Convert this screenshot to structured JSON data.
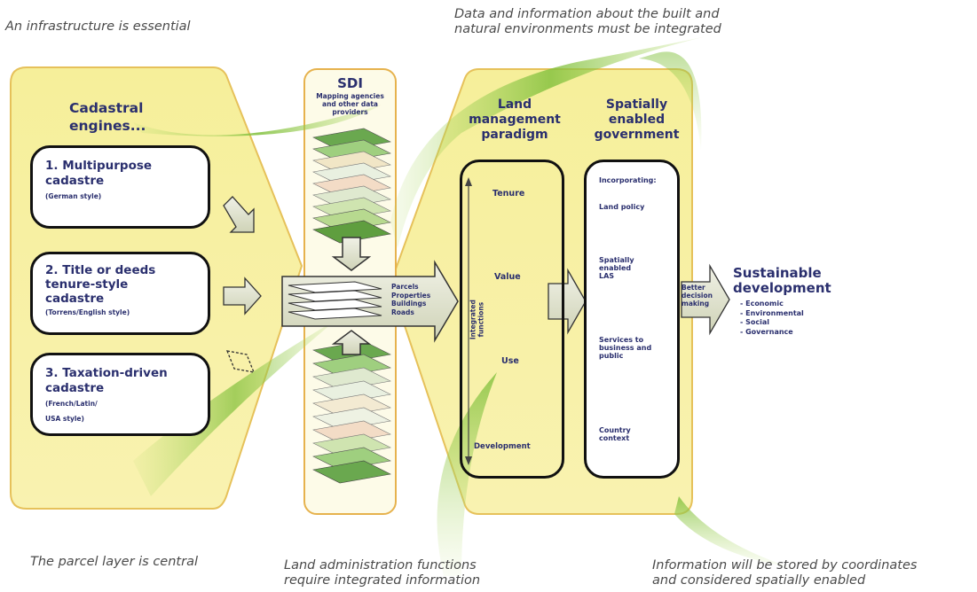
{
  "captions": {
    "top_left": "An infrastructure is essential",
    "top_right": [
      "Data and information about the built and",
      "natural environments must be integrated"
    ],
    "bottom_left": "The parcel layer is central",
    "bottom_middle": [
      "Land administration functions",
      "require integrated information"
    ],
    "bottom_right": [
      "Information will be stored by coordinates",
      "and considered spatially enabled"
    ]
  },
  "cadastral": {
    "title": [
      "Cadastral",
      "engines..."
    ],
    "items": [
      {
        "number": "1.",
        "title": [
          "Multipurpose",
          "cadastre"
        ],
        "sub": "(German style)"
      },
      {
        "number": "2.",
        "title": [
          "Title or deeds",
          "tenure-style",
          "cadastre"
        ],
        "sub": "(Torrens/English style)"
      },
      {
        "number": "3.",
        "title": [
          "Taxation-driven",
          "cadastre"
        ],
        "sub": [
          "(French/Latin/",
          "USA style)"
        ]
      }
    ]
  },
  "sdi": {
    "title": "SDI",
    "sub": [
      "Mapping agencies",
      "and other data",
      "providers"
    ]
  },
  "central_arrow_labels": [
    "Parcels",
    "Properties",
    "Buildings",
    "Roads"
  ],
  "land_management": {
    "title": [
      "Land",
      "management",
      "paradigm"
    ],
    "vertical_label": "Integrated functions",
    "items": [
      "Tenure",
      "Value",
      "Use",
      "Development"
    ]
  },
  "spatially_enabled": {
    "title": [
      "Spatially",
      "enabled",
      "government"
    ],
    "items": [
      "Incorporating:",
      "Land policy",
      "Spatially enabled LAS",
      "Services to business and public",
      "Country context"
    ]
  },
  "better_decision": "Better decision making",
  "sustainable": {
    "title": [
      "Sustainable",
      "development"
    ],
    "items": [
      "- Economic",
      "- Environmental",
      "- Social",
      "- Governance"
    ]
  },
  "colors": {
    "panel_yellow": "#f7ef9e",
    "panel_border": "#e8b84a",
    "text_navy": "#2a2f6e",
    "green_swoosh": "#8cc63f",
    "arrow_fill": "#e3e6d3"
  }
}
